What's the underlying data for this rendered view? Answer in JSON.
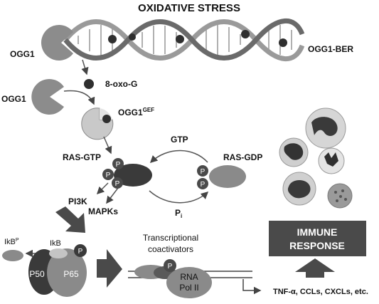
{
  "title": "OXIDATIVE STRESS",
  "labels": {
    "ogg1_left": "OGG1",
    "ogg1_ber": "OGG1-BER",
    "oxo_g": "8-oxo-G",
    "ogg1_free": "OGG1",
    "ogg1_gef": "OGG1",
    "gef_sup": "GEF",
    "ras_gtp": "RAS-GTP",
    "gtp": "GTP",
    "ras_gdp": "RAS-GDP",
    "pi3k": "PI3K",
    "mapks": "MAPKs",
    "pi": "P",
    "pi_sub": "i",
    "ikbp": "IkB",
    "ikbp_sup": "P",
    "ikb": "IkB",
    "p50": "P50",
    "p65": "P65",
    "phospho": "P",
    "transcriptional": "Transcriptional",
    "coactivators": "coactivators",
    "rna": "RNA",
    "pol_ii": "Pol II",
    "immune_line1": "IMMUNE",
    "immune_line2": "RESPONSE",
    "cytokines": "TNF-α, CCLs, CXCLs, etc."
  },
  "colors": {
    "dark": "#3a3a3a",
    "mid": "#8a8a8a",
    "light": "#c4c4c4",
    "box": "#4a4a4a"
  }
}
